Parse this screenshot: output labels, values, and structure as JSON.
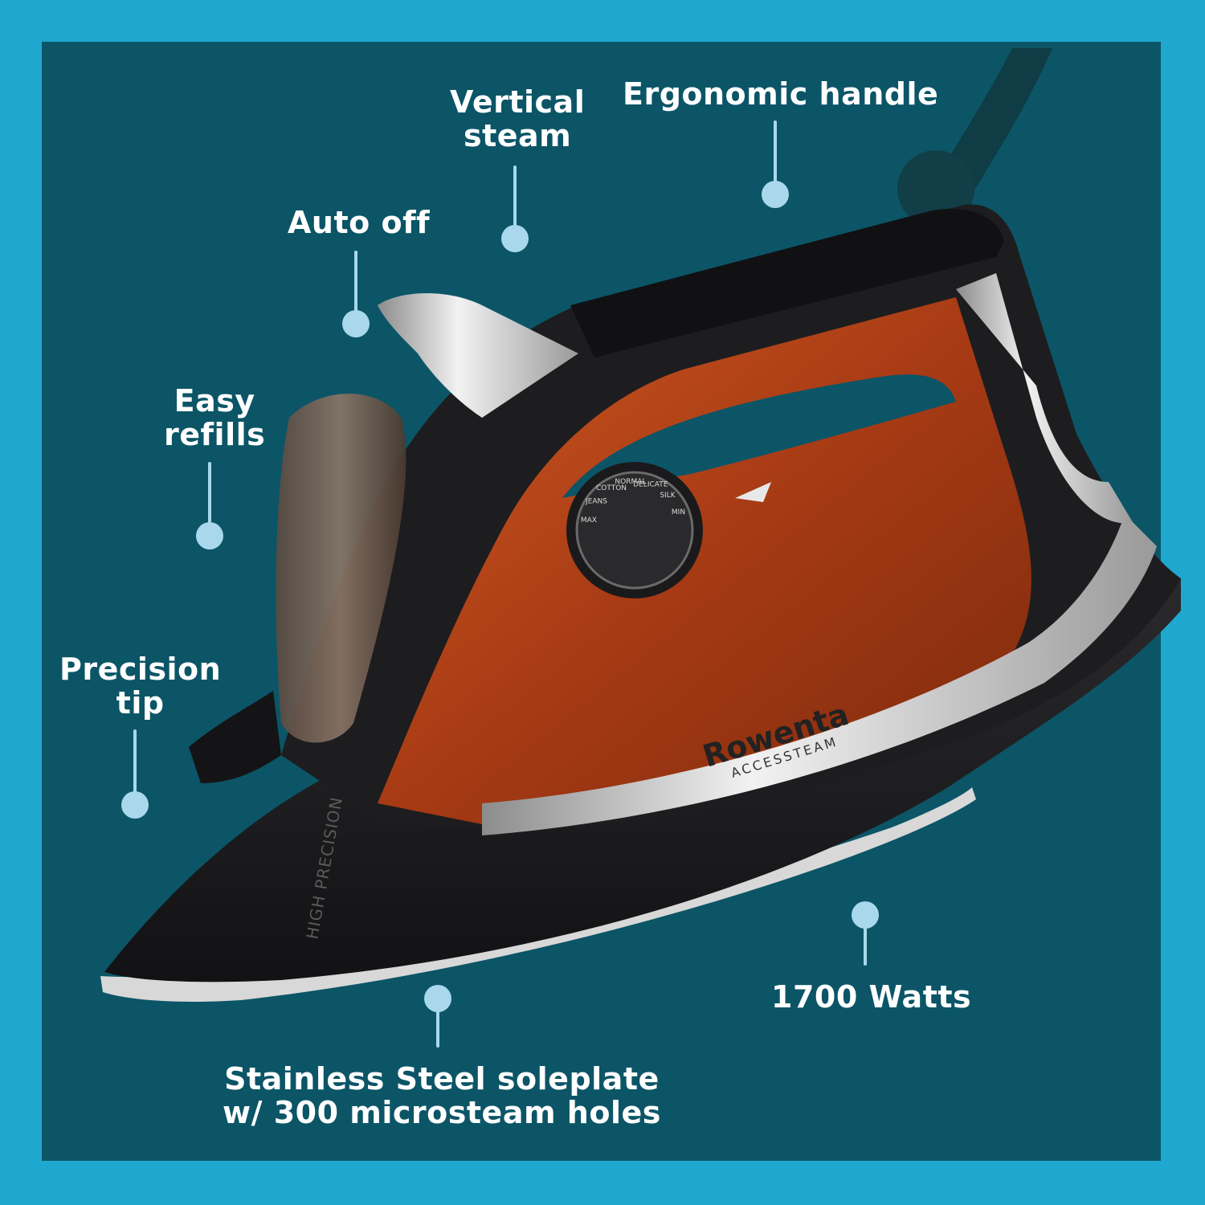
{
  "colors": {
    "frame": "#1fa8cf",
    "panel": "#0b5567",
    "callout": "#a9d8ec",
    "iron_body": "#1d1d1f",
    "iron_copper": "#b4461c",
    "iron_chrome": "#c9c9c9"
  },
  "callouts": {
    "ergonomic_handle": "Ergonomic handle",
    "vertical_steam_1": "Vertical",
    "vertical_steam_2": "steam",
    "auto_off": "Auto off",
    "easy_refills_1": "Easy",
    "easy_refills_2": "refills",
    "precision_tip_1": "Precision",
    "precision_tip_2": "tip",
    "watts": "1700 Watts",
    "soleplate_1": "Stainless Steel soleplate",
    "soleplate_2": "w/ 300 microsteam holes"
  },
  "product": {
    "brand": "Rowenta",
    "model": "ACCESSTEAM",
    "tip_text": "HIGH PRECISION",
    "dial_settings": [
      "MAX",
      "JEANS",
      "COTTON",
      "NORMAL",
      "DELICATE",
      "SILK",
      "MIN"
    ]
  }
}
